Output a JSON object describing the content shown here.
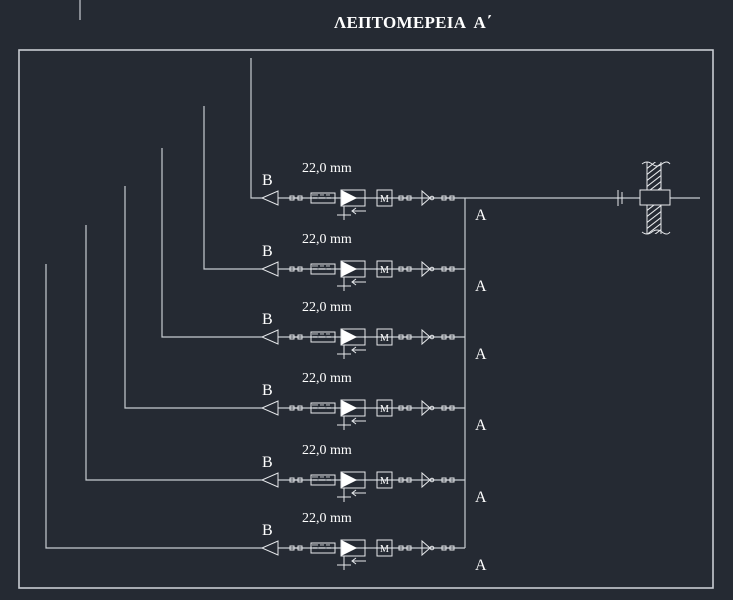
{
  "drawing": {
    "title": "ΛΕΠΤΟΜΕΡΕΙΑ  Α΄",
    "background_color": "#252a33",
    "line_color": "#c8ccd2",
    "text_color": "#ffffff"
  },
  "circuits": [
    {
      "dimension_label": "22,0 mm",
      "inlet_label": "B",
      "outlet_label": "A"
    },
    {
      "dimension_label": "22,0 mm",
      "inlet_label": "B",
      "outlet_label": "A"
    },
    {
      "dimension_label": "22,0 mm",
      "inlet_label": "B",
      "outlet_label": "A"
    },
    {
      "dimension_label": "22,0 mm",
      "inlet_label": "B",
      "outlet_label": "A"
    },
    {
      "dimension_label": "22,0 mm",
      "inlet_label": "B",
      "outlet_label": "A"
    },
    {
      "dimension_label": "22,0 mm",
      "inlet_label": "B",
      "outlet_label": "A"
    }
  ],
  "components": {
    "meter_label": "M",
    "symbols": [
      "reducer-icon",
      "union-icon",
      "strainer-icon",
      "pump-icon",
      "meter-icon",
      "check-valve-icon",
      "wall-sleeve-icon",
      "flange-icon"
    ]
  }
}
